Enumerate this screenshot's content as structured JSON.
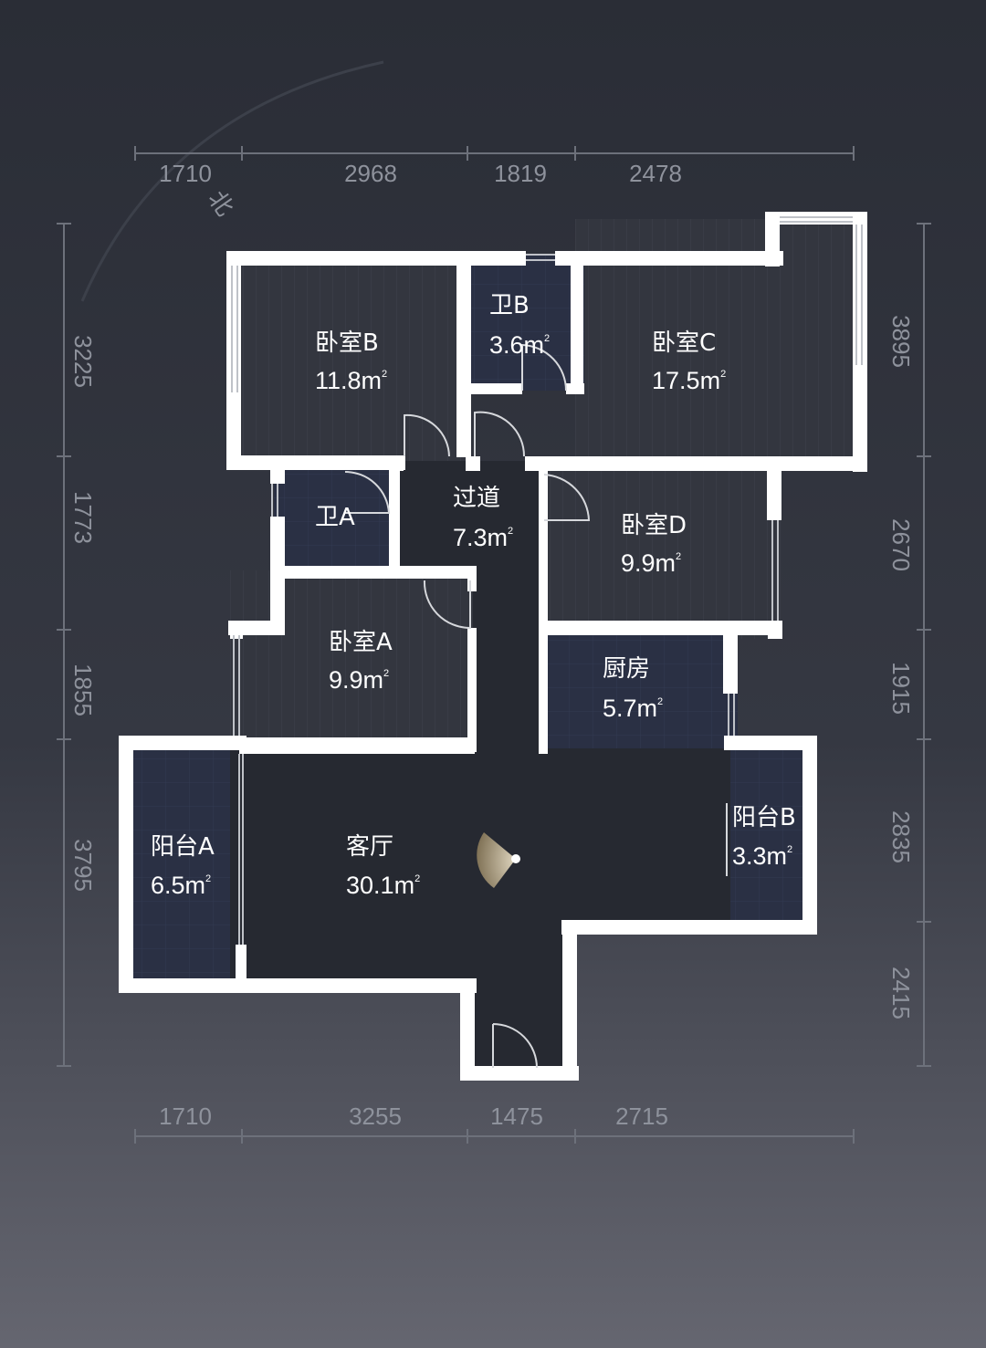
{
  "compass": {
    "label": "北"
  },
  "dimensions": {
    "top": [
      "1710",
      "2968",
      "1819",
      "2478"
    ],
    "bottom": [
      "1710",
      "3255",
      "1475",
      "2715"
    ],
    "left": [
      "3225",
      "1773",
      "1855",
      "3795"
    ],
    "right": [
      "3895",
      "2670",
      "1915",
      "2835",
      "2415"
    ]
  },
  "area_unit": "m",
  "area_sup": "2",
  "rooms": {
    "bedroom_b": {
      "name": "卧室B",
      "area": "11.8"
    },
    "bath_b": {
      "name": "卫B",
      "area": "3.6"
    },
    "bedroom_c": {
      "name": "卧室C",
      "area": "17.5"
    },
    "bath_a": {
      "name": "卫A"
    },
    "corridor": {
      "name": "过道",
      "area": "7.3"
    },
    "bedroom_d": {
      "name": "卧室D",
      "area": "9.9"
    },
    "bedroom_a": {
      "name": "卧室A",
      "area": "9.9"
    },
    "kitchen": {
      "name": "厨房",
      "area": "5.7"
    },
    "balcony_a": {
      "name": "阳台A",
      "area": "6.5"
    },
    "living": {
      "name": "客厅",
      "area": "30.1"
    },
    "balcony_b": {
      "name": "阳台B",
      "area": "3.3"
    }
  },
  "colors": {
    "background_top": "#2c2f38",
    "background_bottom": "#62636d",
    "room_fill": "#33363f",
    "wet_fill": "#2a3044",
    "living_fill": "#262931",
    "wall": "#ffffff",
    "dimension_text": "#8e929c"
  }
}
